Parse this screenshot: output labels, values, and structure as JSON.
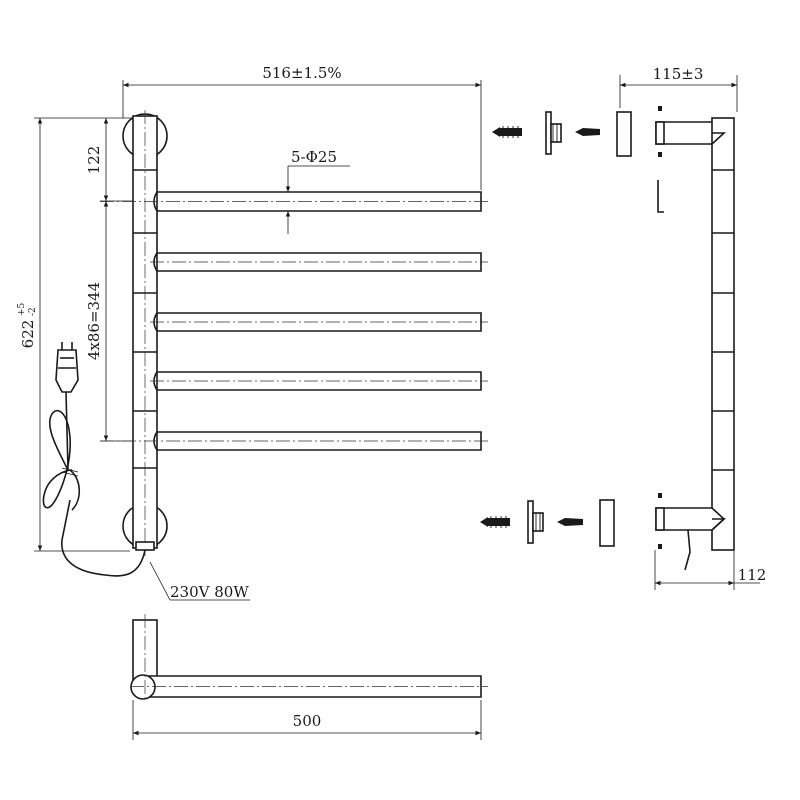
{
  "dimensions": {
    "overall_width": "516±1.5%",
    "top_offset": "122",
    "tube_diameter": "5-Φ25",
    "overall_height": "622",
    "overall_height_tol_upper": "+5",
    "overall_height_tol_lower": "-2",
    "bar_spacing": "4x86=344",
    "side_depth": "115±3",
    "side_base_depth": "112",
    "top_view_length": "500"
  },
  "electrical": {
    "rating": "230V 80W"
  }
}
